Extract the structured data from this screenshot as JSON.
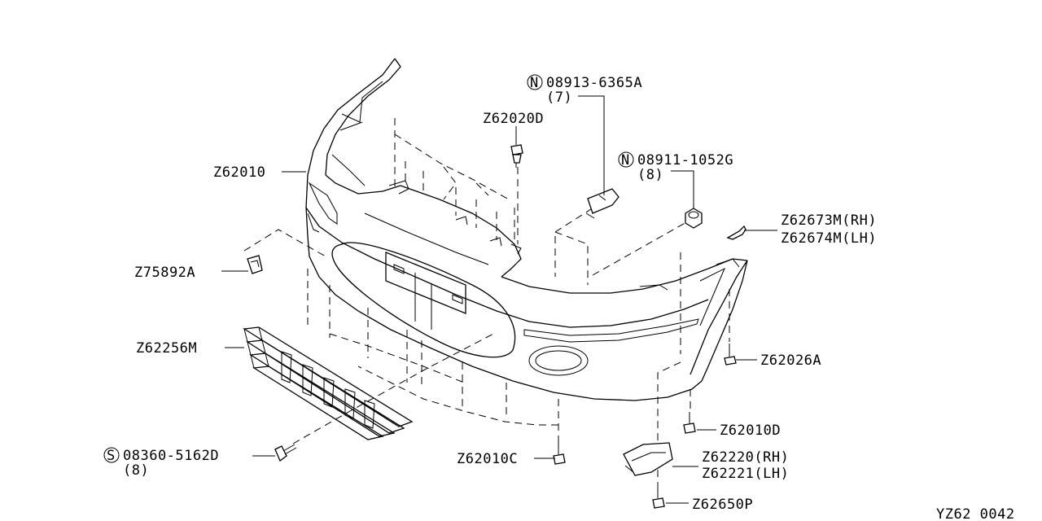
{
  "diagram": {
    "code": "YZ62 0042",
    "callouts": [
      {
        "part": "08913-6365A",
        "prefix": "N",
        "qty": "(7)"
      },
      {
        "part": "Z62020D"
      },
      {
        "part": "08911-1052G",
        "prefix": "N",
        "qty": "(8)"
      },
      {
        "part": "Z62010"
      },
      {
        "part": "Z62673M(RH)"
      },
      {
        "part": "Z62674M(LH)"
      },
      {
        "part": "Z75892A"
      },
      {
        "part": "Z62256M"
      },
      {
        "part": "Z62026A"
      },
      {
        "part": "Z62010D"
      },
      {
        "part": "08360-5162D",
        "prefix": "S",
        "qty": "(8)"
      },
      {
        "part": "Z62010C"
      },
      {
        "part": "Z62220(RH)"
      },
      {
        "part": "Z62221(LH)"
      },
      {
        "part": "Z62650P"
      }
    ]
  }
}
